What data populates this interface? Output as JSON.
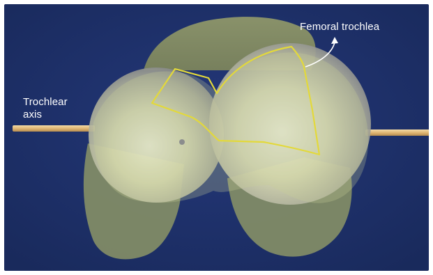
{
  "labels": {
    "trochlear_axis_line1": "Trochlear",
    "trochlear_axis_line2": "axis",
    "femoral_trochlea": "Femoral trochlea"
  },
  "colors": {
    "background": "#1f3169",
    "bone": "#c8cf96",
    "sphere": "#c9c9c2",
    "trochlea_outline": "#e3d93a",
    "axis_rod": "#e2bd7e",
    "label_text": "#ffffff"
  }
}
